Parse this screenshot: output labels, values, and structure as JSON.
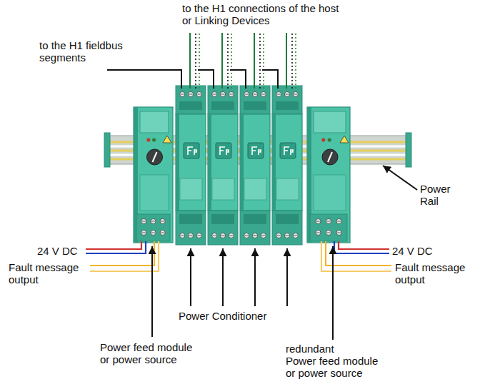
{
  "diagram": {
    "labels": [
      "to the H1 connections of the host or Linking Devices",
      "to the H1 fieldbus segments",
      "Power Rail",
      "24 V DC",
      "Fault message output",
      "24 V DC",
      "Fault message output",
      "Power Conditioner",
      "Power feed module or power source",
      "redundant Power feed module or power source"
    ]
  }
}
